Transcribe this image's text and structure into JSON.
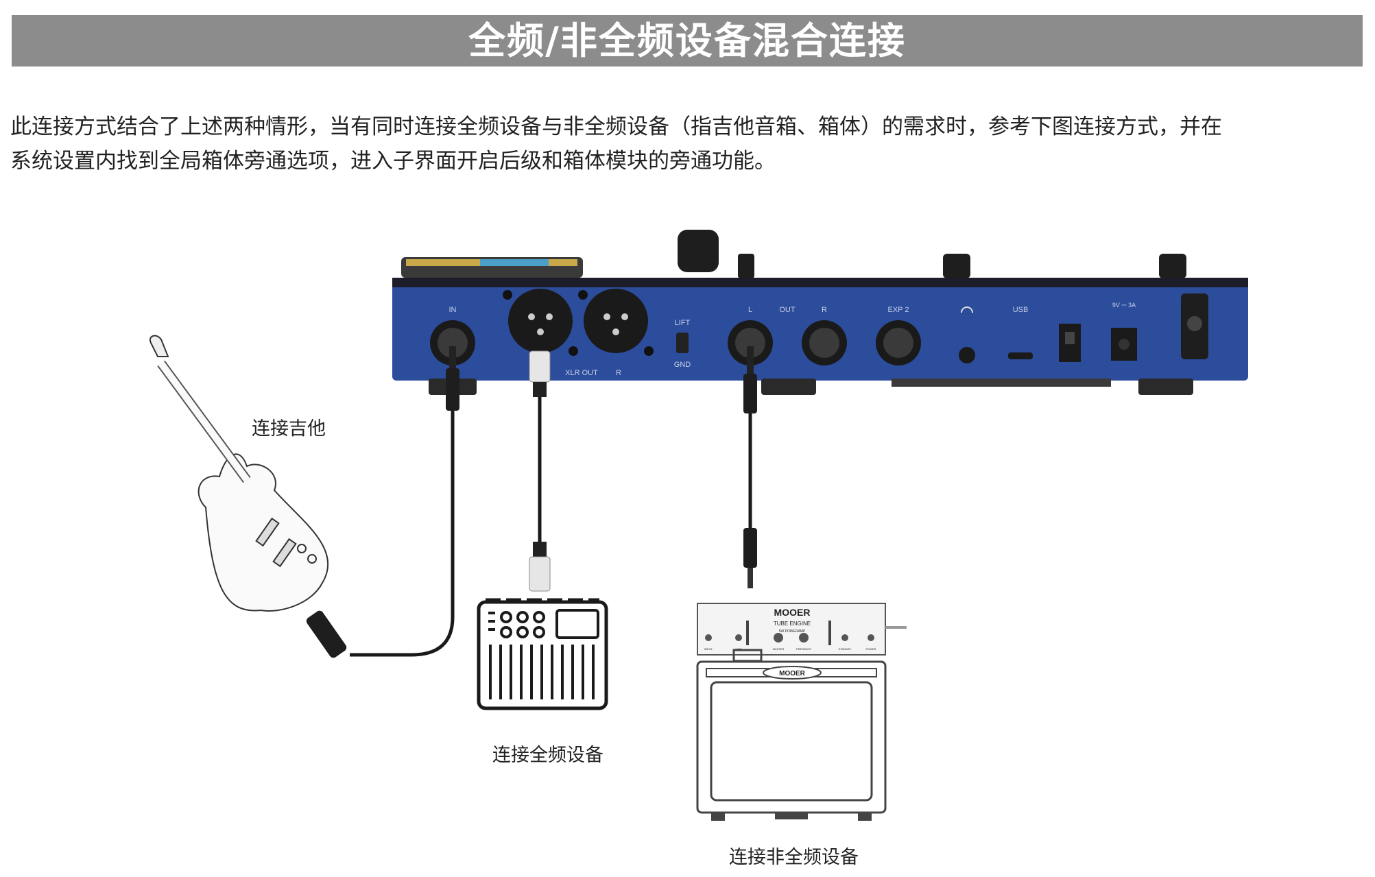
{
  "title": "全频/非全频设备混合连接",
  "intro": {
    "line1": "此连接方式结合了上述两种情形，当有同时连接全频设备与非全频设备（指吉他音箱、箱体）的需求时，参考下图连接方式，并在",
    "line2": "系统设置内找到全局箱体旁通选项，进入子界面开启后级和箱体模块的旁通功能。"
  },
  "labels": {
    "guitar": "连接吉他",
    "fullrange": "连接全频设备",
    "non_fullrange": "连接非全频设备"
  },
  "device": {
    "in": "IN",
    "xlr_out": "XLR OUT",
    "xlr_r": "R",
    "lift": "LIFT",
    "gnd": "GND",
    "out_l": "L",
    "out": "OUT",
    "out_r": "R",
    "exp2": "EXP 2",
    "usb": "USB",
    "power": "9V ⎓ 3A"
  },
  "amp": {
    "brand": "MOOER",
    "model": "TUBE ENGINE",
    "sub": "5W POWERAMP",
    "knobs": [
      "INPUT",
      "LINE",
      "MASTER",
      "PRESENCE",
      "STANDBY",
      "POWER"
    ],
    "cab_brand": "MOOER"
  },
  "colors": {
    "device_blue": "#2c4c9c",
    "title_bar": "#8c8c8c"
  }
}
